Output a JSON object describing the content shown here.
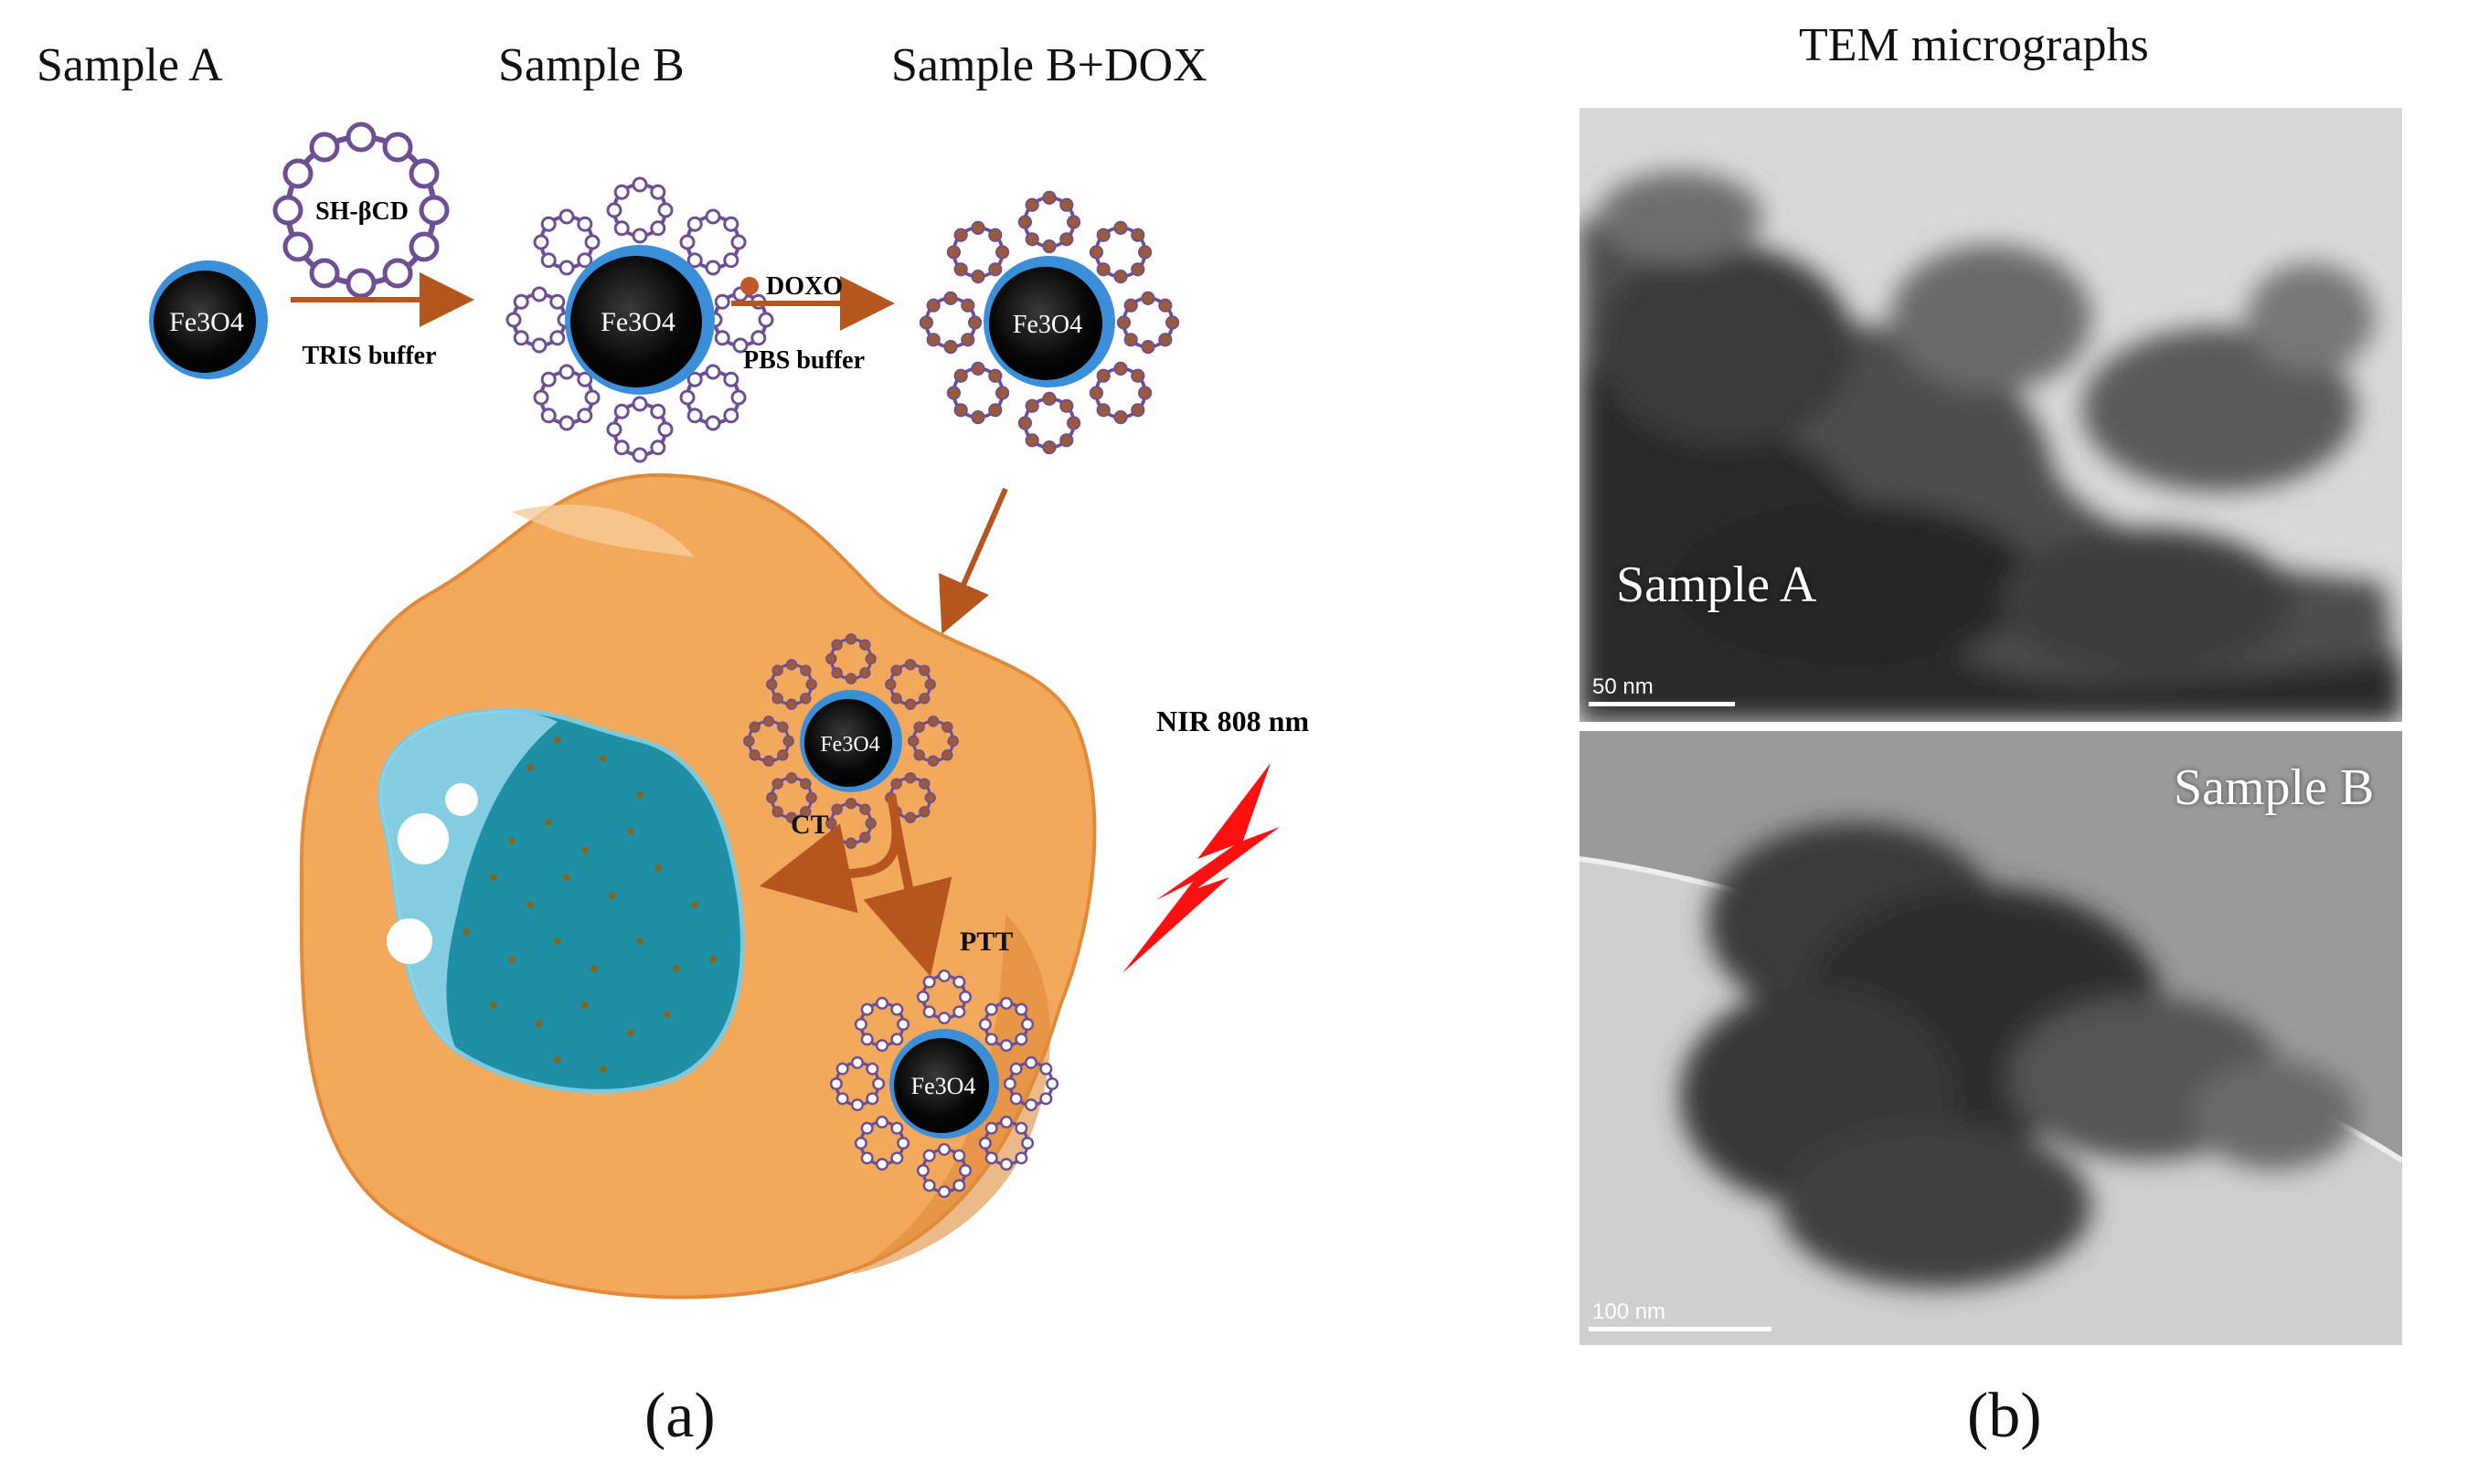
{
  "panel_a": {
    "sample_labels": [
      "Sample A",
      "Sample B",
      "Sample B+DOX"
    ],
    "particle_label": "Fe3O4",
    "reagent_1": "SH-βCD",
    "buffer_1": "TRIS buffer",
    "reagent_2": "DOXO",
    "buffer_2": "PBS buffer",
    "pathway_ct": "CT",
    "pathway_ptt": "PTT",
    "irradiation": "NIR 808 nm",
    "caption": "(a)",
    "colors": {
      "cell": "#f2a95c",
      "nucleus": "#1f8fa6",
      "arrow": "#b5561f",
      "ring": "#7a5a9e",
      "lightning": "#ff1010",
      "particle_shell": "#3a8fd8"
    }
  },
  "panel_b": {
    "title": "TEM micrographs",
    "image_top": {
      "label": "Sample A",
      "scale": "50 nm"
    },
    "image_bottom": {
      "label": "Sample B",
      "scale": "100 nm"
    },
    "caption": "(b)"
  }
}
